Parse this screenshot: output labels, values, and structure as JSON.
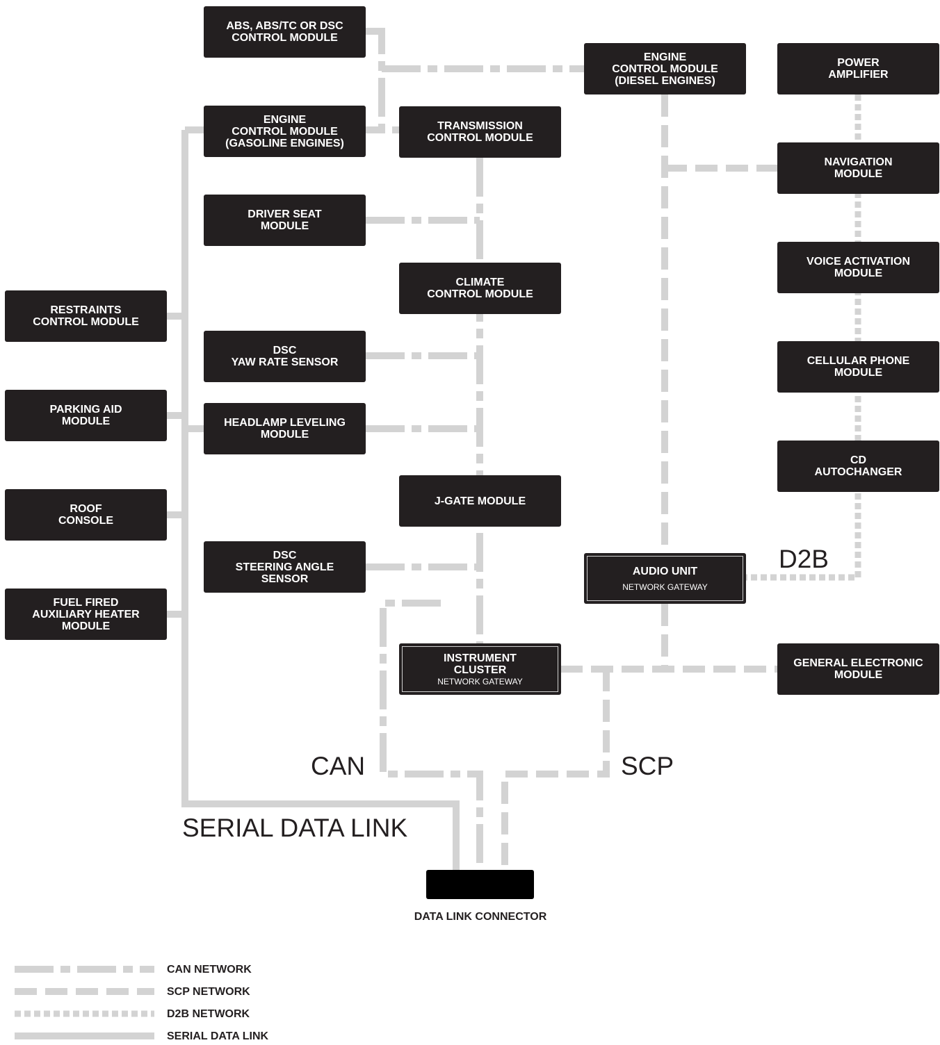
{
  "modules": {
    "abs": "ABS, ABS/TC OR DSC\nCONTROL MODULE",
    "ecm_diesel": "ENGINE\nCONTROL MODULE\n(DIESEL ENGINES)",
    "power_amp": "POWER\nAMPLIFIER",
    "ecm_gas": "ENGINE\nCONTROL MODULE\n(GASOLINE ENGINES)",
    "tcm": "TRANSMISSION\nCONTROL MODULE",
    "nav": "NAVIGATION\nMODULE",
    "driver_seat": "DRIVER SEAT\nMODULE",
    "voice": "VOICE ACTIVATION\nMODULE",
    "climate": "CLIMATE\nCONTROL MODULE",
    "restraints": "RESTRAINTS\nCONTROL MODULE",
    "yaw": "DSC\nYAW RATE SENSOR",
    "cell": "CELLULAR PHONE\nMODULE",
    "parking": "PARKING AID\nMODULE",
    "headlamp": "HEADLAMP LEVELING\nMODULE",
    "cd": "CD\nAUTOCHANGER",
    "jgate": "J-GATE MODULE",
    "roof": "ROOF\nCONSOLE",
    "steering": "DSC\nSTEERING ANGLE\nSENSOR",
    "audio": "AUDIO UNIT",
    "audio_sub": "NETWORK GATEWAY",
    "heater": "FUEL FIRED\nAUXILIARY HEATER\nMODULE",
    "cluster": "INSTRUMENT\nCLUSTER",
    "cluster_sub": "NETWORK GATEWAY",
    "gem": "GENERAL ELECTRONIC\nMODULE"
  },
  "network_labels": {
    "d2b": "D2B",
    "can": "CAN",
    "scp": "SCP",
    "serial": "SERIAL DATA LINK"
  },
  "connector": {
    "label": "DATA LINK CONNECTOR"
  },
  "legend": {
    "can": "CAN NETWORK",
    "scp": "SCP NETWORK",
    "d2b": "D2B NETWORK",
    "serial": "SERIAL DATA LINK"
  },
  "colors": {
    "module_fill": "#231f20",
    "wire": "#d3d3d3",
    "text": "#231f20"
  }
}
